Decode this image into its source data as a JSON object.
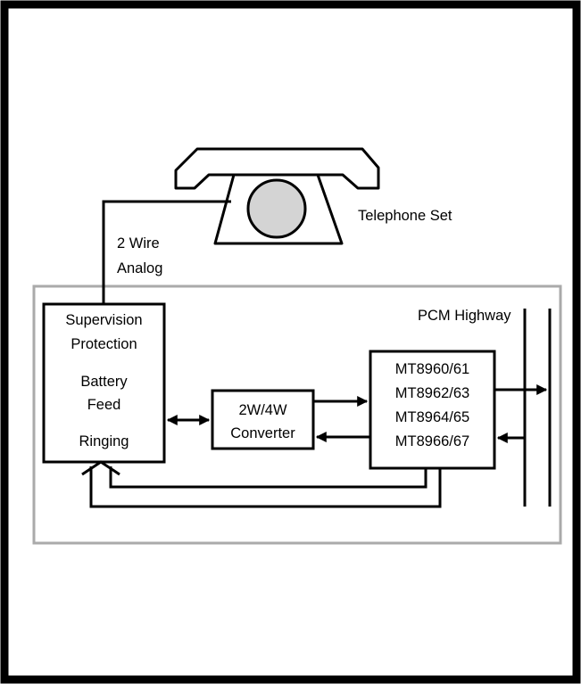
{
  "telephone": {
    "label": "Telephone Set"
  },
  "line": {
    "label_1": "2 Wire",
    "label_2": "Analog"
  },
  "highway": {
    "label": "PCM Highway"
  },
  "slic": {
    "line_1": "Supervision",
    "line_2": "Protection",
    "line_3": "Battery",
    "line_4": "Feed",
    "line_5": "Ringing"
  },
  "converter": {
    "line_1": "2W/4W",
    "line_2": "Converter"
  },
  "codec": {
    "line_1": "MT8960/61",
    "line_2": "MT8962/63",
    "line_3": "MT8964/65",
    "line_4": "MT8966/67"
  },
  "colors": {
    "frame": "#000000",
    "group_outline": "#aaaaaa",
    "dial_fill": "#d4d4d4"
  }
}
